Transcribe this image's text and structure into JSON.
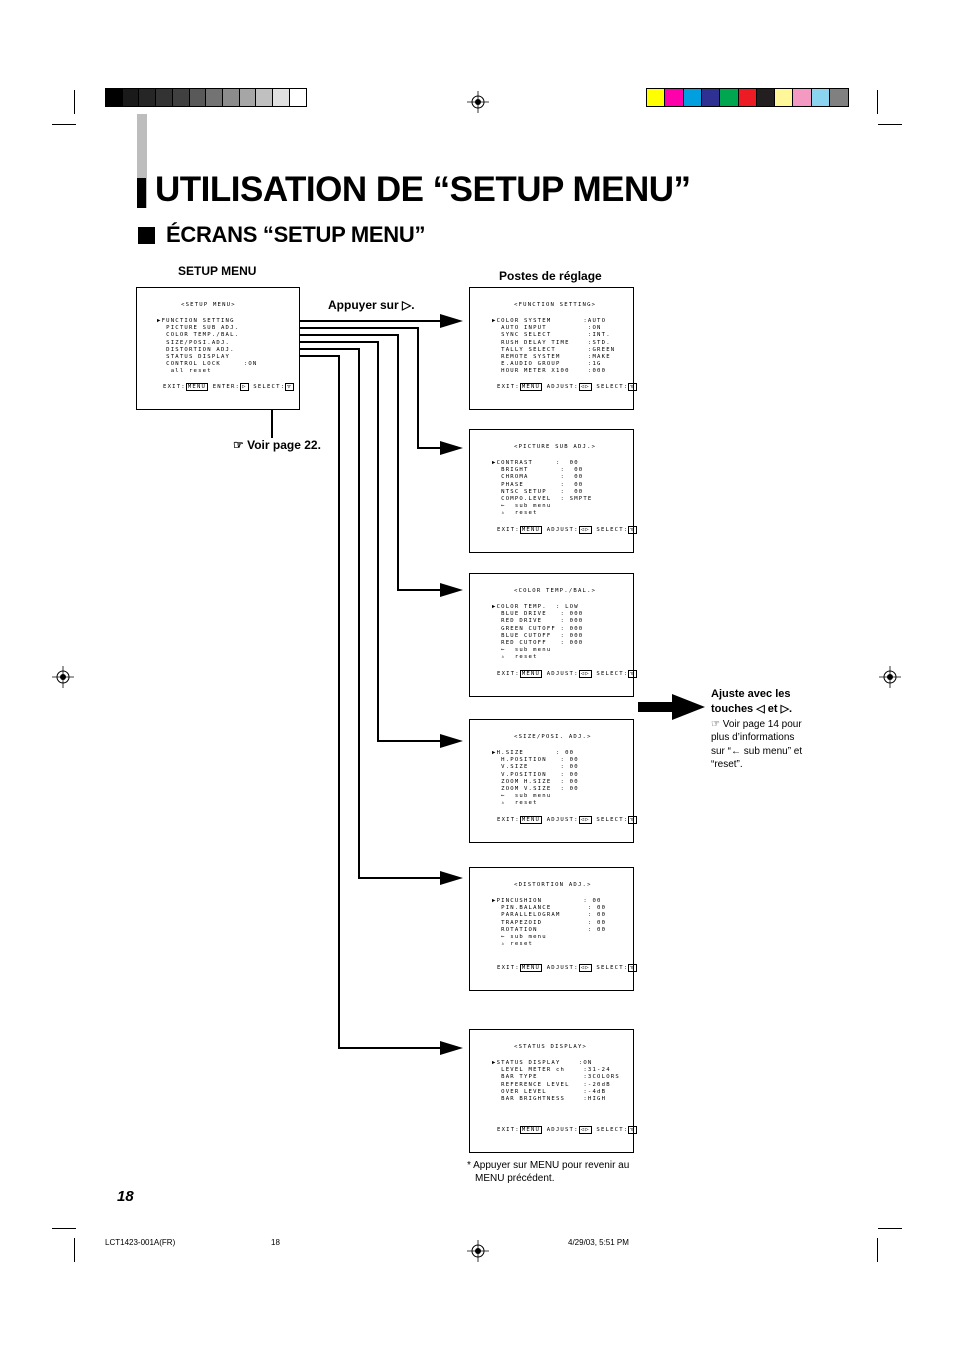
{
  "colors": {
    "gray_bar": "#bdbdbd",
    "calibration_gray": [
      "#000000",
      "#1a1a1a",
      "#262626",
      "#333333",
      "#404040",
      "#595959",
      "#737373",
      "#8c8c8c",
      "#a6a6a6",
      "#c0c0c0",
      "#e0e0e0",
      "#ffffff"
    ],
    "calibration_color": [
      "#ffff00",
      "#ff00aa",
      "#00a0e0",
      "#2e3192",
      "#00a650",
      "#ed1c24",
      "#231f20",
      "#fff799",
      "#f49ac2",
      "#8ad4f0",
      "#808080"
    ]
  },
  "header": {
    "title": "UTILISATION DE “SETUP MENU”",
    "subtitle": "ÉCRANS “SETUP MENU”"
  },
  "labels": {
    "setup_menu": "SETUP MENU",
    "postes": "Postes de réglage",
    "appuyer": "Appuyer sur ▷.",
    "voir_page_22": "☞ Voir page 22.",
    "ajuste_line1": "Ajuste avec les",
    "ajuste_line2": "touches ◁ et ▷.",
    "ajuste_note1": "☞ Voir page 14 pour",
    "ajuste_note2": "plus d’informations",
    "ajuste_note3": "sur “← sub menu” et",
    "ajuste_note4": "“reset”.",
    "footnote1": "*  Appuyer sur MENU pour revenir au",
    "footnote2": "MENU précédent."
  },
  "screens": {
    "setup": {
      "title": "<SETUP MENU>",
      "rows": [
        "▶FUNCTION SETTING",
        "  PICTURE SUB ADJ.",
        "  COLOR TEMP./BAL.",
        "  SIZE/POSI.ADJ.",
        "  DISTORTION ADJ.",
        "  STATUS DISPLAY",
        "  CONTROL LOCK     :ON",
        "   all reset"
      ],
      "footer": "EXIT:",
      "footer_mid": "ENTER:",
      "footer_end": "SELECT:"
    },
    "function": {
      "title": "<FUNCTION SETTING>",
      "rows": [
        "▶COLOR SYSTEM       :AUTO",
        "  AUTO INPUT         :ON",
        "  SYNC SELECT        :INT.",
        "  RUSH DELAY TIME    :STD.",
        "  TALLY SELECT       :GREEN",
        "  REMOTE SYSTEM      :MAKE",
        "  E.AUDIO GROUP      :1G",
        "  HOUR METER X100    :000"
      ],
      "footer": "EXIT:",
      "footer_mid": "ADJUST:",
      "footer_end": "SELECT:"
    },
    "picture": {
      "title": "<PICTURE SUB ADJ.>",
      "rows": [
        "▶CONTRAST     :  00",
        "  BRIGHT       :  00",
        "  CHROMA       :  00",
        "  PHASE        :  00",
        "  NTSC SETUP   :  00",
        "  COMPO.LEVEL  : SMPTE",
        "  ←  sub menu",
        "  ▵  reset"
      ],
      "footer": "EXIT:",
      "footer_mid": "ADJUST:",
      "footer_end": "SELECT:"
    },
    "color": {
      "title": "<COLOR TEMP./BAL.>",
      "rows": [
        "▶COLOR TEMP.  : LOW",
        "  BLUE DRIVE   : 000",
        "  RED DRIVE    : 000",
        "  GREEN CUTOFF : 000",
        "  BLUE CUTOFF  : 000",
        "  RED CUTOFF   : 000",
        "  ←  sub menu",
        "  ▵  reset"
      ],
      "footer": "EXIT:",
      "footer_mid": "ADJUST:",
      "footer_end": "SELECT:"
    },
    "size": {
      "title": "<SIZE/POSI. ADJ.>",
      "rows": [
        "▶H.SIZE       : 00",
        "  H.POSITION   : 00",
        "  V.SIZE       : 00",
        "  V.POSITION   : 00",
        "  ZOOM H.SIZE  : 00",
        "  ZOOM V.SIZE  : 00",
        "  ←  sub menu",
        "  ▵  reset"
      ],
      "footer": "EXIT:",
      "footer_mid": "ADJUST:",
      "footer_end": "SELECT:"
    },
    "distortion": {
      "title": "<DISTORTION ADJ.>",
      "rows": [
        "▶PINCUSHION         : 00",
        "  PIN.BALANCE        : 00",
        "  PARALLELOGRAM      : 00",
        "  TRAPEZOID          : 00",
        "  ROTATION           : 00",
        "  ← sub menu",
        "  ▵ reset"
      ],
      "footer": "EXIT:",
      "footer_mid": "ADJUST:",
      "footer_end": "SELECT:"
    },
    "status": {
      "title": "<STATUS DISPLAY>",
      "rows": [
        "▶STATUS DISPLAY    :ON",
        "  LEVEL METER ch    :31-24",
        "  BAR TYPE          :3COLORS",
        "  REFERENCE LEVEL   :-20dB",
        "  OVER LEVEL        :-4dB",
        "  BAR BRIGHTNESS    :HIGH"
      ],
      "footer": "EXIT:",
      "footer_mid": "ADJUST:",
      "footer_end": "SELECT:"
    },
    "keys": {
      "menu": "MENU",
      "enter": "▷",
      "select": "▽",
      "adjust": "◁▷"
    }
  },
  "page": {
    "number": "18",
    "code": "LCT1423-001A(FR)",
    "sheet": "18",
    "date": "4/29/03, 5:51 PM"
  }
}
